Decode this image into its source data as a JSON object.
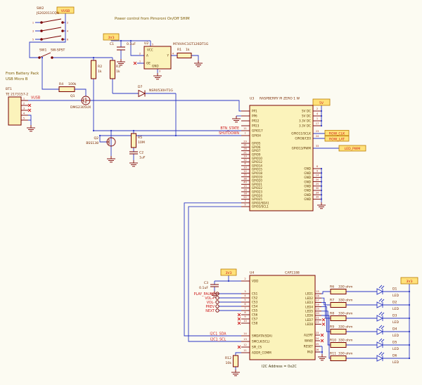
{
  "colors": {
    "bg": "#fcfbf2",
    "wire": "#2a35c4",
    "sym": "#7a0000",
    "fill": "#fbf3bb",
    "flagf": "#ffe17a",
    "flagb": "#b97a00",
    "pin": "#5a3200",
    "des": "#7a2800",
    "num": "#b03020",
    "net": "#cc1a1a",
    "note": "#7d5a00"
  },
  "sheet": {
    "power_note": "Power control from Pimoroni On/Off SHIM",
    "battery_note1": "From Battery Pack",
    "battery_note2": "USB Micro B",
    "i2c_note": "I2C Address = 0x2C"
  },
  "nets": {
    "vusb": "VUSB",
    "btn": "BTN_STATE",
    "shutdown": "SHUTDOWN",
    "sda": "I2C1_SDA",
    "scl": "I2C1_SCL"
  },
  "flags": {
    "top_left": "VUSB",
    "u2": "3V3",
    "u3": "5V",
    "cap": "3V3",
    "led": "3V3",
    "row_clk": "ROW_CLK",
    "row_lat": "ROW_LAT",
    "led_pwm": "LED_PWM"
  },
  "sw2": {
    "ref": "SW2",
    "value": "JS202011CQN",
    "pins": [
      "1",
      "2",
      "3",
      "4",
      "5",
      "6"
    ]
  },
  "sw1": {
    "ref": "SW1",
    "value": "SW-SPST"
  },
  "bt1": {
    "ref": "BT1",
    "value": "TE 2173157-2",
    "pins": [
      "1",
      "2",
      "3",
      "4",
      "5"
    ]
  },
  "r": {
    "r1": {
      "ref": "R1",
      "value": "1k"
    },
    "r2": {
      "ref": "R2",
      "value": "1k"
    },
    "r3": {
      "ref": "R3",
      "value": "1k"
    },
    "r4": {
      "ref": "R4",
      "value": "100k"
    },
    "r5": {
      "ref": "R5",
      "value": "10M"
    },
    "r12": {
      "ref": "R12",
      "value": "10k"
    }
  },
  "c": {
    "c1": {
      "ref": "C1",
      "value": "0.1uF"
    },
    "c2": {
      "ref": "C2",
      "value": "1uF"
    },
    "c3": {
      "ref": "C3",
      "value": "0.1uF"
    }
  },
  "d7": {
    "ref": "D7",
    "value": "NSR0530HT1G"
  },
  "q1": {
    "ref": "Q1",
    "value": "DMG2305UX"
  },
  "q2": {
    "ref": "Q2",
    "value": "BSS138"
  },
  "u2": {
    "ref": "U2",
    "value": "M74VHC1GT126DT1G",
    "pins": {
      "vcc": "VCC",
      "a": "A",
      "y": "Y",
      "oe": "OE",
      "gnd": "GND"
    },
    "nums": {
      "vcc": "5",
      "a": "2",
      "y": "4",
      "oe": "1",
      "gnd": "3"
    }
  },
  "u3": {
    "ref": "U3",
    "value": "RASPBERRY PI ZERO 1 W",
    "top_left_pins": [
      {
        "num": "",
        "name": "PP1"
      },
      {
        "num": "",
        "name": "PP6"
      },
      {
        "num": "",
        "name": "PP22"
      },
      {
        "num": "",
        "name": "PP23"
      },
      {
        "num": "11",
        "name": "GPIO17"
      },
      {
        "num": "7",
        "name": "GPIO4"
      }
    ],
    "gpio_pins": [
      {
        "num": "29",
        "name": "GPIO5"
      },
      {
        "num": "31",
        "name": "GPIO6"
      },
      {
        "num": "26",
        "name": "GPIO7"
      },
      {
        "num": "21",
        "name": "GPIO9"
      },
      {
        "num": "19",
        "name": "GPIO10"
      },
      {
        "num": "32",
        "name": "GPIO12"
      },
      {
        "num": "8",
        "name": "GPIO14"
      },
      {
        "num": "10",
        "name": "GPIO15"
      },
      {
        "num": "12",
        "name": "GPIO18"
      },
      {
        "num": "35",
        "name": "GPIO19"
      },
      {
        "num": "38",
        "name": "GPIO20"
      },
      {
        "num": "40",
        "name": "GPIO21"
      },
      {
        "num": "15",
        "name": "GPIO22"
      },
      {
        "num": "16",
        "name": "GPIO23"
      },
      {
        "num": "18",
        "name": "GPIO24"
      },
      {
        "num": "22",
        "name": "GPIO25"
      },
      {
        "num": "3",
        "name": "GPIO2/SDA1"
      },
      {
        "num": "5",
        "name": "GPIO3/SCL1"
      }
    ],
    "right_top_pins": [
      {
        "num": "2",
        "name": "5V DC"
      },
      {
        "num": "4",
        "name": "5V DC"
      },
      {
        "num": "1",
        "name": "3.3V DC"
      },
      {
        "num": "17",
        "name": "3.3V DC"
      }
    ],
    "row_clk_pin": {
      "num": "23",
      "name": "GPIO11/SCLK"
    },
    "row_lat_pin": {
      "num": "24",
      "name": "GPIO8/CE0"
    },
    "pwm_pin": {
      "num": "33",
      "name": "GPIO13/PWM"
    },
    "gnd_pins": [
      {
        "num": "6",
        "name": "GND"
      },
      {
        "num": "9",
        "name": "GND"
      },
      {
        "num": "14",
        "name": "GND"
      },
      {
        "num": "20",
        "name": "GND"
      },
      {
        "num": "25",
        "name": "GND"
      },
      {
        "num": "30",
        "name": "GND"
      },
      {
        "num": "34",
        "name": "GND"
      },
      {
        "num": "39",
        "name": "GND"
      }
    ]
  },
  "u4": {
    "ref": "U4",
    "value": "CAP1188",
    "vdd": {
      "num": "2",
      "name": "VDD"
    },
    "cs_pins": [
      {
        "num": "3",
        "name": "CS1"
      },
      {
        "num": "4",
        "name": "CS2"
      },
      {
        "num": "5",
        "name": "CS3"
      },
      {
        "num": "6",
        "name": "CS4"
      },
      {
        "num": "7",
        "name": "CS5"
      },
      {
        "num": "8",
        "name": "CS6"
      },
      {
        "num": "9",
        "name": "CS7"
      },
      {
        "num": "10",
        "name": "CS8"
      }
    ],
    "cs_nets": [
      "PLAY_PAUSE",
      "VOL+",
      "VOL-",
      "PREV",
      "NEXT"
    ],
    "bottom_pins": [
      {
        "num": "14",
        "name": "SMDATA(SDA)"
      },
      {
        "num": "13",
        "name": "SMCLK(SCL)"
      },
      {
        "num": "12",
        "name": "SPI_CS"
      },
      {
        "num": "11",
        "name": "ADDR_COMM"
      }
    ],
    "led_pins": [
      {
        "num": "15",
        "name": "LED1"
      },
      {
        "num": "16",
        "name": "LED2"
      },
      {
        "num": "17",
        "name": "LED3"
      },
      {
        "num": "18",
        "name": "LED4"
      },
      {
        "num": "19",
        "name": "LED5"
      },
      {
        "num": "20",
        "name": "LED6"
      },
      {
        "num": "21",
        "name": "LED7"
      },
      {
        "num": "22",
        "name": "LED8"
      }
    ],
    "right_bottom_pins": [
      {
        "num": "23",
        "name": "ALERT"
      },
      {
        "num": "24",
        "name": "WAKE"
      },
      {
        "num": "25",
        "name": "RESET"
      },
      {
        "num": "26",
        "name": "PAD"
      }
    ]
  },
  "led_rows": [
    {
      "r": "R6",
      "rv": "330 ohm",
      "d": "D1",
      "dv": "LED"
    },
    {
      "r": "R7",
      "rv": "330 ohm",
      "d": "D2",
      "dv": "LED"
    },
    {
      "r": "R8",
      "rv": "330 ohm",
      "d": "D3",
      "dv": "LED"
    },
    {
      "r": "R9",
      "rv": "330 ohm",
      "d": "D4",
      "dv": "LED"
    },
    {
      "r": "R10",
      "rv": "330 ohm",
      "d": "D5",
      "dv": "LED"
    },
    {
      "r": "R11",
      "rv": "330 ohm",
      "d": "D6",
      "dv": "LED"
    }
  ]
}
